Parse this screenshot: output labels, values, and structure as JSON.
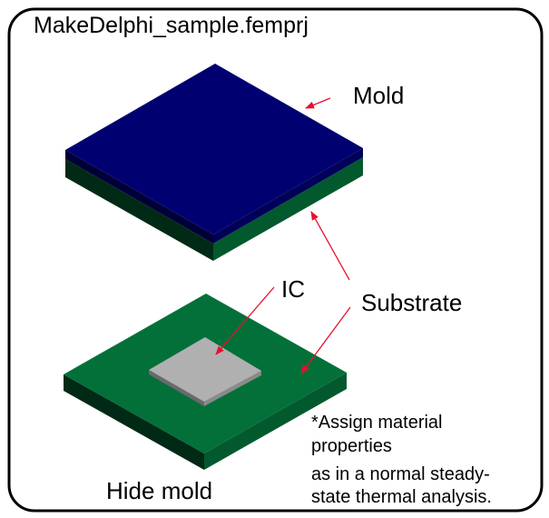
{
  "title": "MakeDelphi_sample.femprj",
  "labels": {
    "mold": "Mold",
    "substrate": "Substrate",
    "ic": "IC",
    "hide_mold": "Hide mold"
  },
  "note": {
    "line1": "*Assign material",
    "line2": "properties",
    "line3": "as in a normal steady-",
    "line4": "state thermal analysis."
  },
  "colors": {
    "mold": "#000070",
    "substrate": "#03703a",
    "ic": "#b0b0b0",
    "arrow": "#e8102e"
  }
}
